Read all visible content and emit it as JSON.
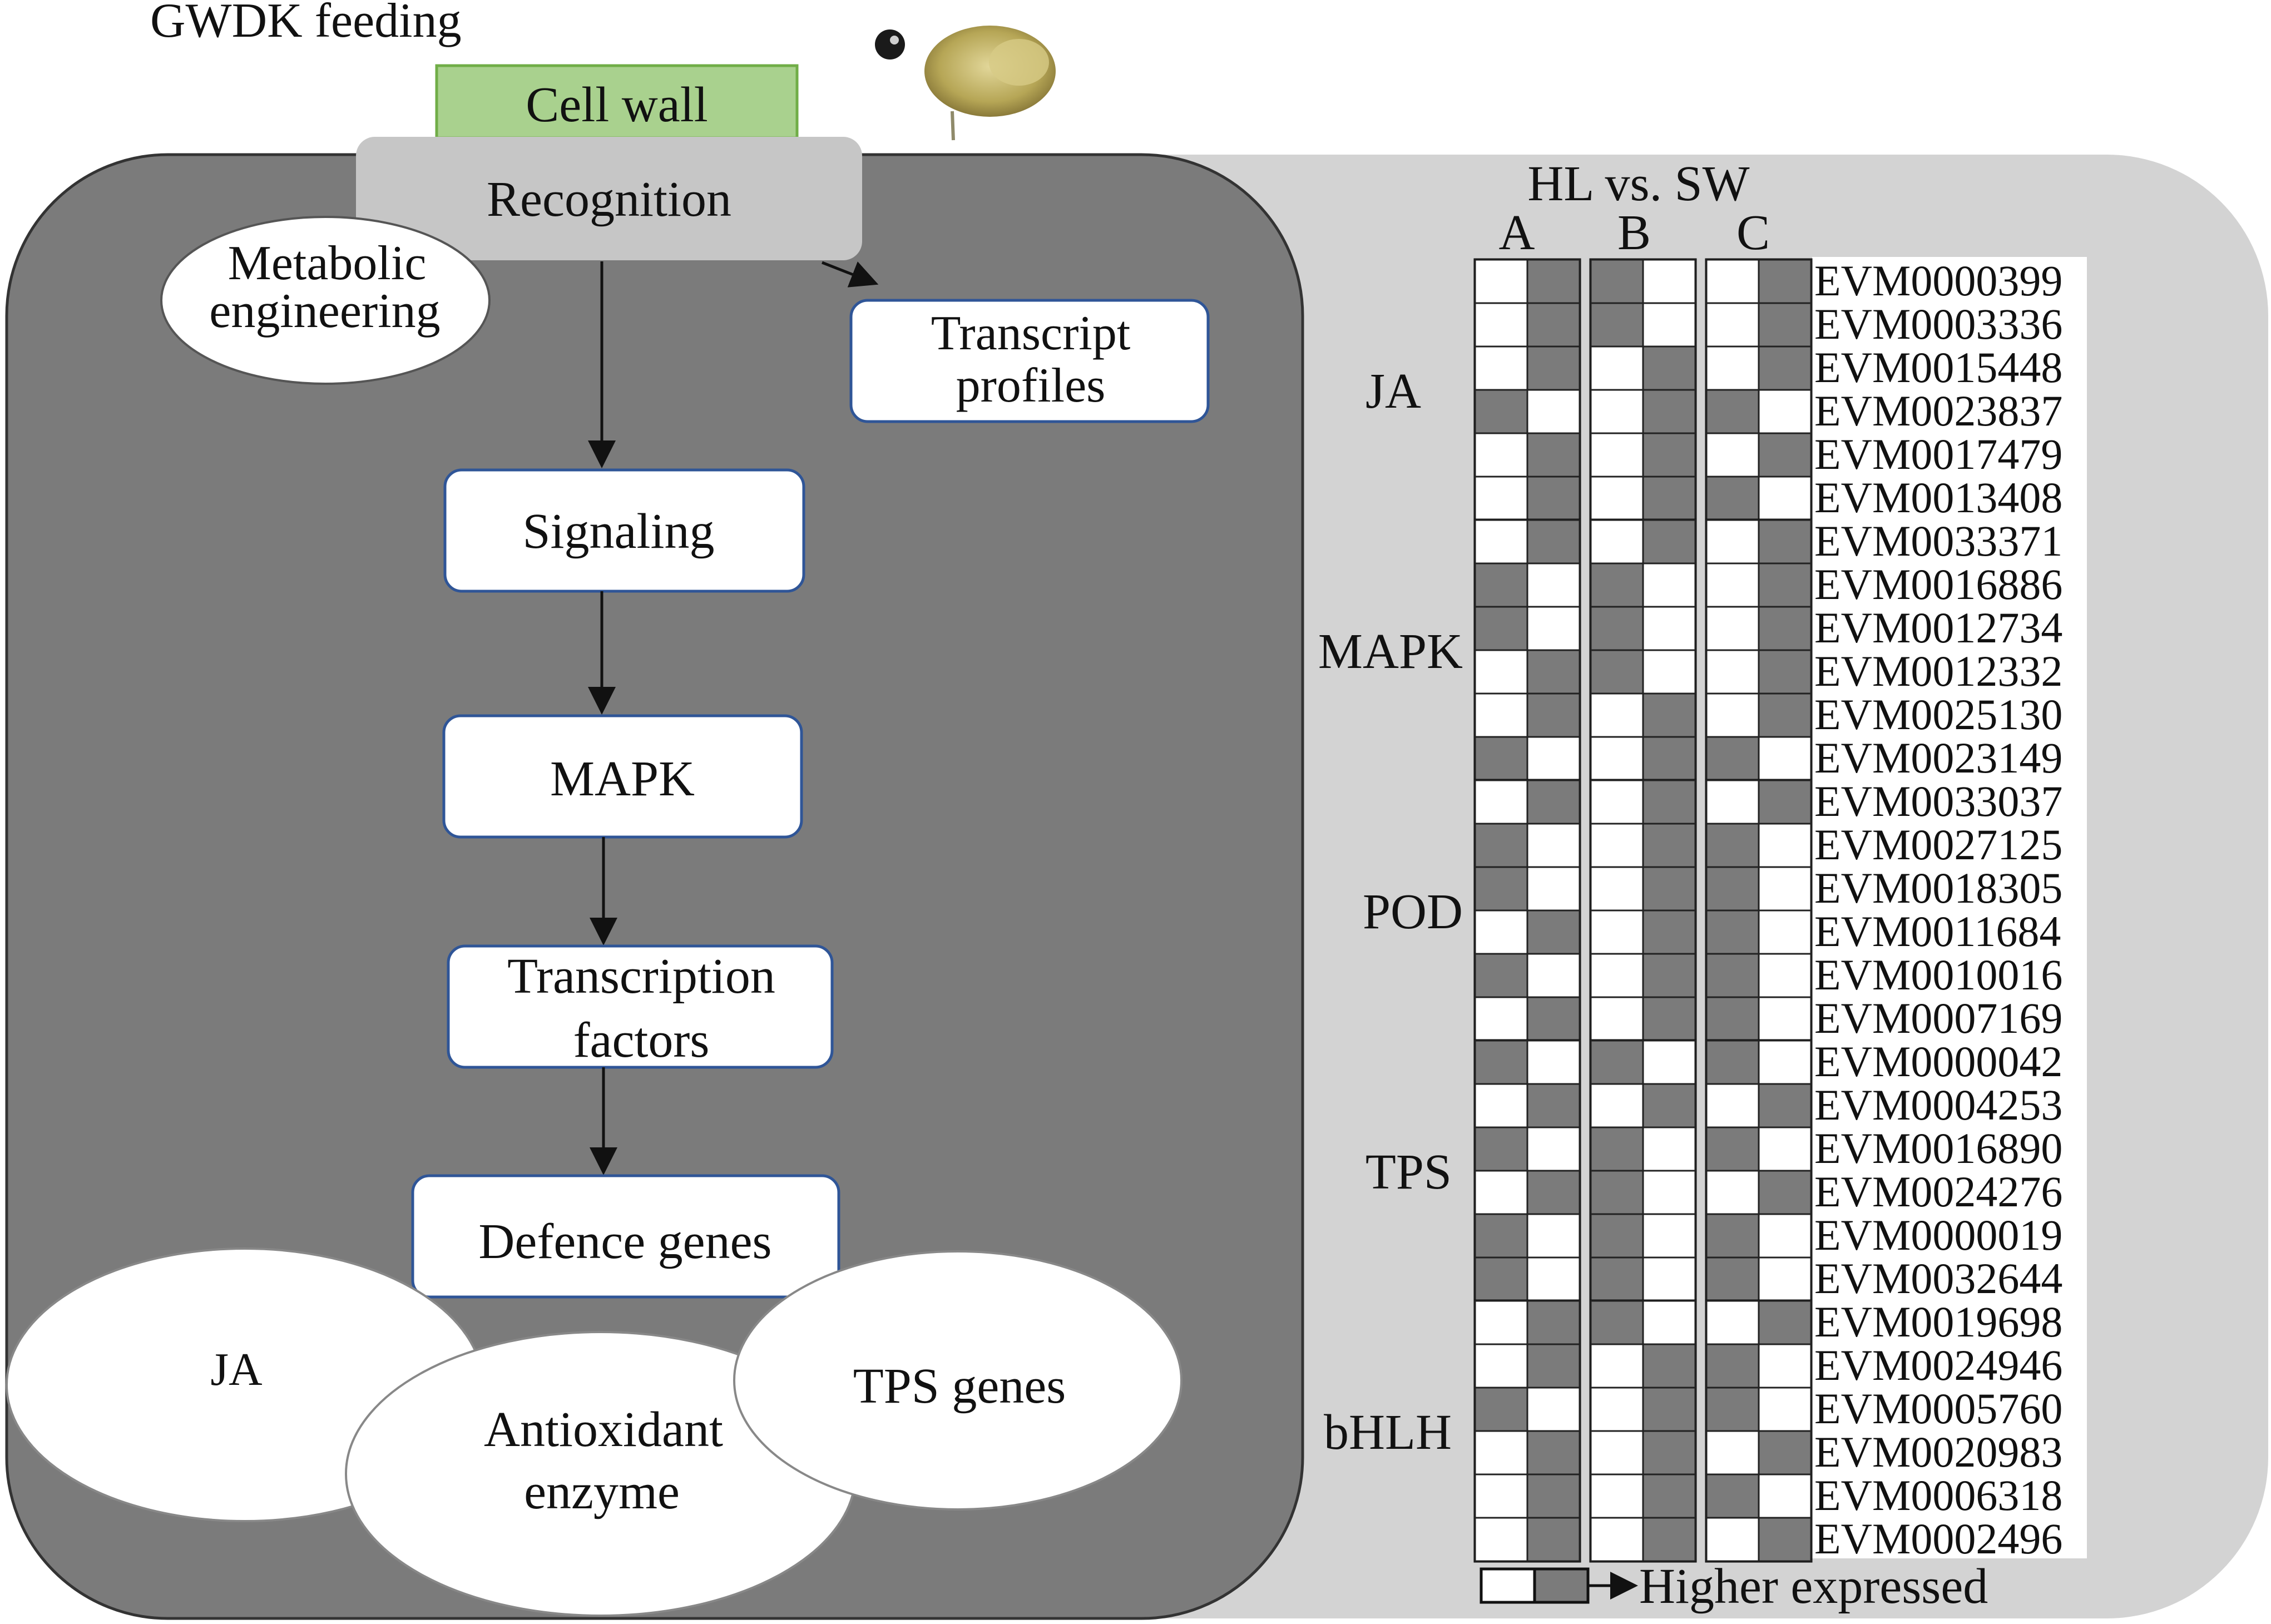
{
  "header": {
    "feeding_label": "GWDK feeding",
    "cell_wall_label": "Cell wall",
    "recognition_label": "Recognition"
  },
  "flow": {
    "metabolic_line1": "Metabolic",
    "metabolic_line2": "engineering",
    "transcript_line1": "Transcript",
    "transcript_line2": "profiles",
    "signaling": "Signaling",
    "mapk": "MAPK",
    "tf_line1": "Transcription",
    "tf_line2": "factors",
    "defence": "Defence genes",
    "ja": "JA",
    "antiox_line1": "Antioxidant",
    "antiox_line2": "enzyme",
    "tps": "TPS genes"
  },
  "heatmap": {
    "comparison_title": "HL vs. SW",
    "columns": [
      "A",
      "B",
      "C"
    ],
    "legend_label": "Higher expressed",
    "groups": [
      {
        "name": "JA",
        "genes": [
          "EVM0000399",
          "EVM0003336",
          "EVM0015448",
          "EVM0023837",
          "EVM0017479",
          "EVM0013408"
        ],
        "higher": [
          [
            "R",
            "L",
            "R"
          ],
          [
            "R",
            "L",
            "R"
          ],
          [
            "R",
            "R",
            "R"
          ],
          [
            "L",
            "R",
            "L"
          ],
          [
            "R",
            "R",
            "R"
          ],
          [
            "R",
            "R",
            "L"
          ]
        ]
      },
      {
        "name": "MAPK",
        "genes": [
          "EVM0033371",
          "EVM0016886",
          "EVM0012734",
          "EVM0012332",
          "EVM0025130",
          "EVM0023149"
        ],
        "higher": [
          [
            "R",
            "R",
            "R"
          ],
          [
            "L",
            "L",
            "R"
          ],
          [
            "L",
            "L",
            "R"
          ],
          [
            "R",
            "L",
            "R"
          ],
          [
            "R",
            "R",
            "R"
          ],
          [
            "L",
            "R",
            "L"
          ]
        ]
      },
      {
        "name": "POD",
        "genes": [
          "EVM0033037",
          "EVM0027125",
          "EVM0018305",
          "EVM0011684",
          "EVM0010016",
          "EVM0007169"
        ],
        "higher": [
          [
            "R",
            "R",
            "R"
          ],
          [
            "L",
            "R",
            "L"
          ],
          [
            "L",
            "R",
            "L"
          ],
          [
            "R",
            "R",
            "L"
          ],
          [
            "L",
            "R",
            "L"
          ],
          [
            "R",
            "R",
            "L"
          ]
        ]
      },
      {
        "name": "TPS",
        "genes": [
          "EVM0000042",
          "EVM0004253",
          "EVM0016890",
          "EVM0024276",
          "EVM0000019",
          "EVM0032644"
        ],
        "higher": [
          [
            "L",
            "L",
            "L"
          ],
          [
            "R",
            "R",
            "R"
          ],
          [
            "L",
            "L",
            "L"
          ],
          [
            "R",
            "L",
            "R"
          ],
          [
            "L",
            "L",
            "L"
          ],
          [
            "L",
            "L",
            "L"
          ]
        ]
      },
      {
        "name": "bHLH",
        "genes": [
          "EVM0019698",
          "EVM0024946",
          "EVM0005760",
          "EVM0020983",
          "EVM0006318",
          "EVM0002496"
        ],
        "higher": [
          [
            "R",
            "L",
            "R"
          ],
          [
            "R",
            "R",
            "L"
          ],
          [
            "L",
            "R",
            "L"
          ],
          [
            "R",
            "R",
            "R"
          ],
          [
            "R",
            "R",
            "L"
          ],
          [
            "R",
            "R",
            "R"
          ]
        ]
      }
    ]
  },
  "colors": {
    "left_panel": "#7b7b7b",
    "right_panel": "#d3d3d3",
    "cell_wall_fill": "#a9d18e",
    "cell_wall_border": "#70ad47",
    "recognition_fill": "#c6c6c6",
    "box_border": "#2f5597",
    "cell_dark": "#7b7b7b",
    "cell_light": "#ffffff"
  }
}
